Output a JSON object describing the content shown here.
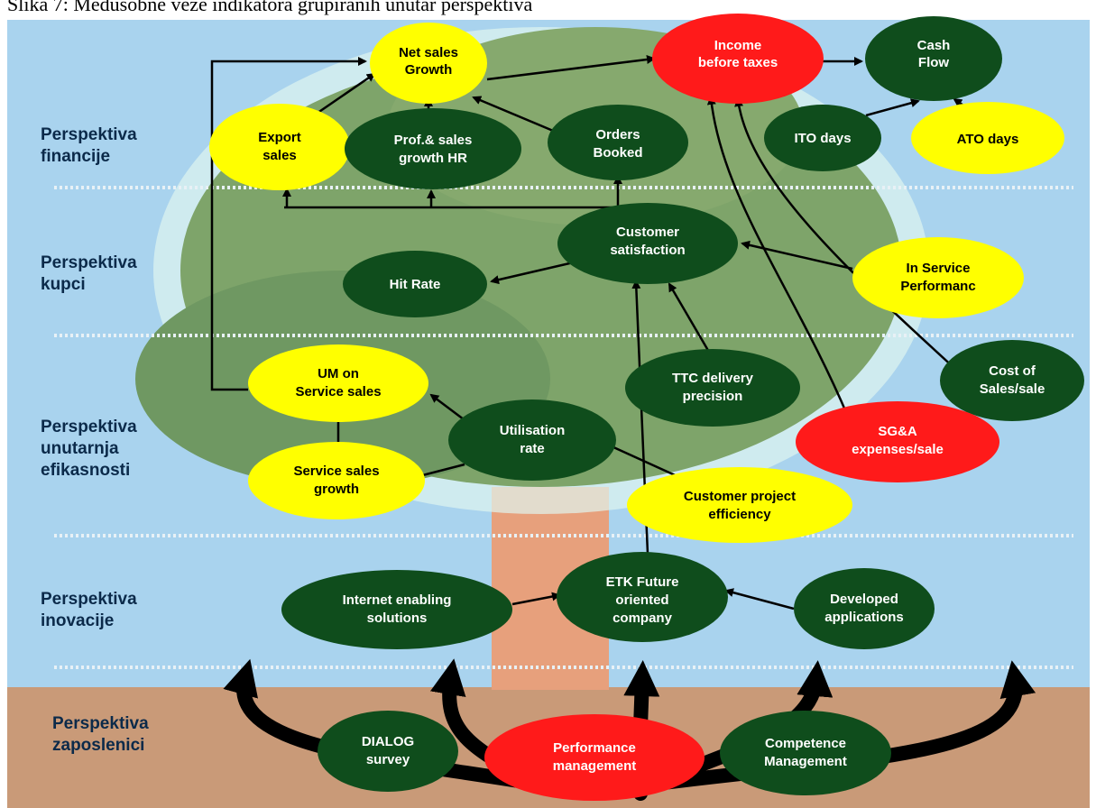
{
  "caption": "Slika 7: Međusobne veze indikatora grupiranih unutar perspektiva",
  "colors": {
    "dark_green": "#0f4d1c",
    "yellow": "#ffff00",
    "red": "#ff1a1a",
    "sky": "#a9d3ee",
    "tree": "#6e9a5a",
    "soil": "#c99a78"
  },
  "perspectives": [
    {
      "id": "financije",
      "line1": "Perspektiva",
      "line2": "financije",
      "line3": ""
    },
    {
      "id": "kupci",
      "line1": "Perspektiva",
      "line2": "kupci",
      "line3": ""
    },
    {
      "id": "unutarnja",
      "line1": "Perspektiva",
      "line2": "unutarnja",
      "line3": "efikasnosti"
    },
    {
      "id": "inovacije",
      "line1": "Perspektiva",
      "line2": "inovacije",
      "line3": ""
    },
    {
      "id": "zaposlenici",
      "line1": "Perspektiva",
      "line2": "zaposlenici",
      "line3": ""
    }
  ],
  "nodes": {
    "net_sales": {
      "line1": "Net sales",
      "line2": "Growth",
      "color": "yellow"
    },
    "income": {
      "line1": "Income",
      "line2": "before taxes",
      "color": "red"
    },
    "cash_flow": {
      "line1": "Cash",
      "line2": "Flow",
      "color": "dark_green"
    },
    "export_sales": {
      "line1": "Export",
      "line2": "sales",
      "color": "yellow"
    },
    "prof_sales": {
      "line1": "Prof.& sales",
      "line2": "growth HR",
      "color": "dark_green"
    },
    "orders": {
      "line1": "Orders",
      "line2": "Booked",
      "color": "dark_green"
    },
    "ito": {
      "line1": "ITO days",
      "line2": "",
      "color": "dark_green"
    },
    "ato": {
      "line1": "ATO days",
      "line2": "",
      "color": "yellow"
    },
    "cust_sat": {
      "line1": "Customer",
      "line2": "satisfaction",
      "color": "dark_green"
    },
    "hit_rate": {
      "line1": "Hit Rate",
      "line2": "",
      "color": "dark_green"
    },
    "in_service": {
      "line1": "In Service",
      "line2": "Performanc",
      "color": "yellow"
    },
    "um_service": {
      "line1": "UM on",
      "line2": "Service sales",
      "color": "yellow"
    },
    "ttc": {
      "line1": "TTC delivery",
      "line2": "precision",
      "color": "dark_green"
    },
    "cost_sales": {
      "line1": "Cost of",
      "line2": "Sales/sale",
      "color": "dark_green"
    },
    "utilisation": {
      "line1": "Utilisation",
      "line2": "rate",
      "color": "dark_green"
    },
    "sga": {
      "line1": "SG&A",
      "line2": "expenses/sale",
      "color": "red"
    },
    "service_growth": {
      "line1": "Service sales",
      "line2": "growth",
      "color": "yellow"
    },
    "cust_project": {
      "line1": "Customer project",
      "line2": "efficiency",
      "color": "yellow"
    },
    "internet": {
      "line1": "Internet enabling",
      "line2": "solutions",
      "color": "dark_green"
    },
    "etk": {
      "line1": "ETK Future",
      "line2": "oriented",
      "line3": "company",
      "color": "dark_green"
    },
    "developed": {
      "line1": "Developed",
      "line2": "applications",
      "color": "dark_green"
    },
    "dialog": {
      "line1": "DIALOG",
      "line2": "survey",
      "color": "dark_green"
    },
    "performance": {
      "line1": "Performance",
      "line2": "management",
      "color": "red"
    },
    "competence": {
      "line1": "Competence",
      "line2": "Management",
      "color": "dark_green"
    }
  }
}
